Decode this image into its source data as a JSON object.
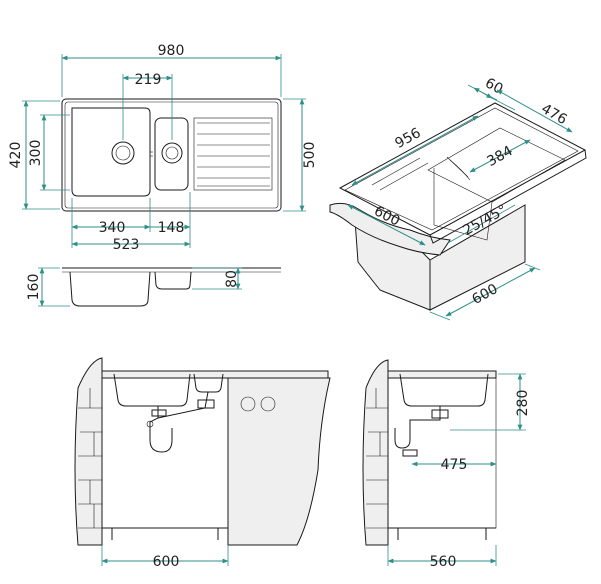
{
  "colors": {
    "dimension": "#2f8f8a",
    "outline": "#1a1a1a",
    "cabinet": "#efefef"
  },
  "top_view": {
    "width": "980",
    "bowl_spacing": "219",
    "height_outer": "420",
    "height_bowl": "300",
    "height_right": "500",
    "main_bowl": "340",
    "small_bowl": "148",
    "bowls_total": "523"
  },
  "side_view": {
    "depth_total": "160",
    "depth_small": "80"
  },
  "iso_view": {
    "cabinet_depth": "600",
    "rim": "60",
    "depth": "476",
    "length": "956",
    "bowl": "384",
    "angle": "25/45°",
    "cabinet_width": "600"
  },
  "front_install": {
    "cabinet": "600"
  },
  "side_install": {
    "cabinet": "560",
    "height": "280",
    "offset": "475"
  }
}
